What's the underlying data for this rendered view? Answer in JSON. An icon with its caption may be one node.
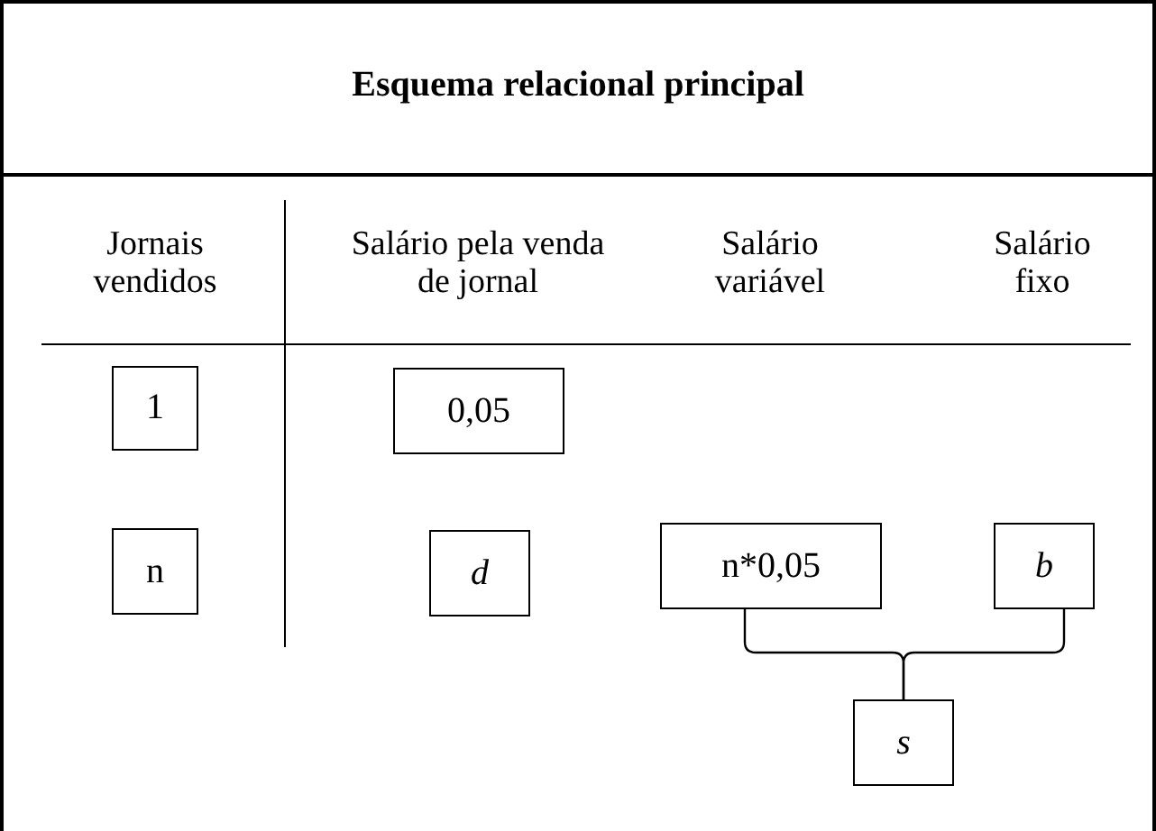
{
  "diagram": {
    "title": "Esquema relacional principal",
    "nodes": [
      {
        "text": [
          "1"
        ]
      },
      {
        "text": [
          "0,05"
        ]
      },
      {
        "text": [
          "n"
        ]
      },
      {
        "text": [
          "d"
        ]
      },
      {
        "text": [
          "n*0,05"
        ]
      },
      {
        "text": [
          "b"
        ]
      },
      {
        "text": [
          "s"
        ]
      }
    ],
    "edges": [
      {
        "from": 4,
        "to": 6,
        "arrow": "none"
      },
      {
        "from": 5,
        "to": 6,
        "arrow": "none"
      }
    ],
    "labels": [
      "Jornais vendidos",
      "Salário pela venda de jornal",
      "Salário variável",
      "Salário fixo"
    ]
  }
}
